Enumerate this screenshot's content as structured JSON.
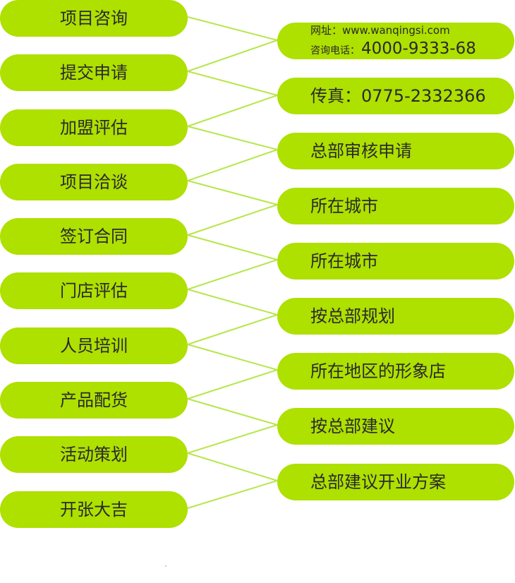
{
  "colors": {
    "pill_fill": "#aee000",
    "connector": "#b7e64a",
    "text": "#2a2a2a"
  },
  "left_steps": [
    "项目咨询",
    "提交申请",
    "加盟评估",
    "项目洽谈",
    "签订合同",
    "门店评估",
    "人员培训",
    "产品配货",
    "活动策划",
    "开张大吉"
  ],
  "contact": {
    "website_label": "网址：",
    "website": "www.wanqingsi.com",
    "phone_label": "咨询电话：",
    "phone": "4000-9333-68"
  },
  "right_notes": [
    "传真：0775-2332366",
    "总部审核申请",
    "所在城市",
    "所在城市",
    "按总部规划",
    "所在地区的形象店",
    "按总部建议",
    "总部建议开业方案"
  ]
}
